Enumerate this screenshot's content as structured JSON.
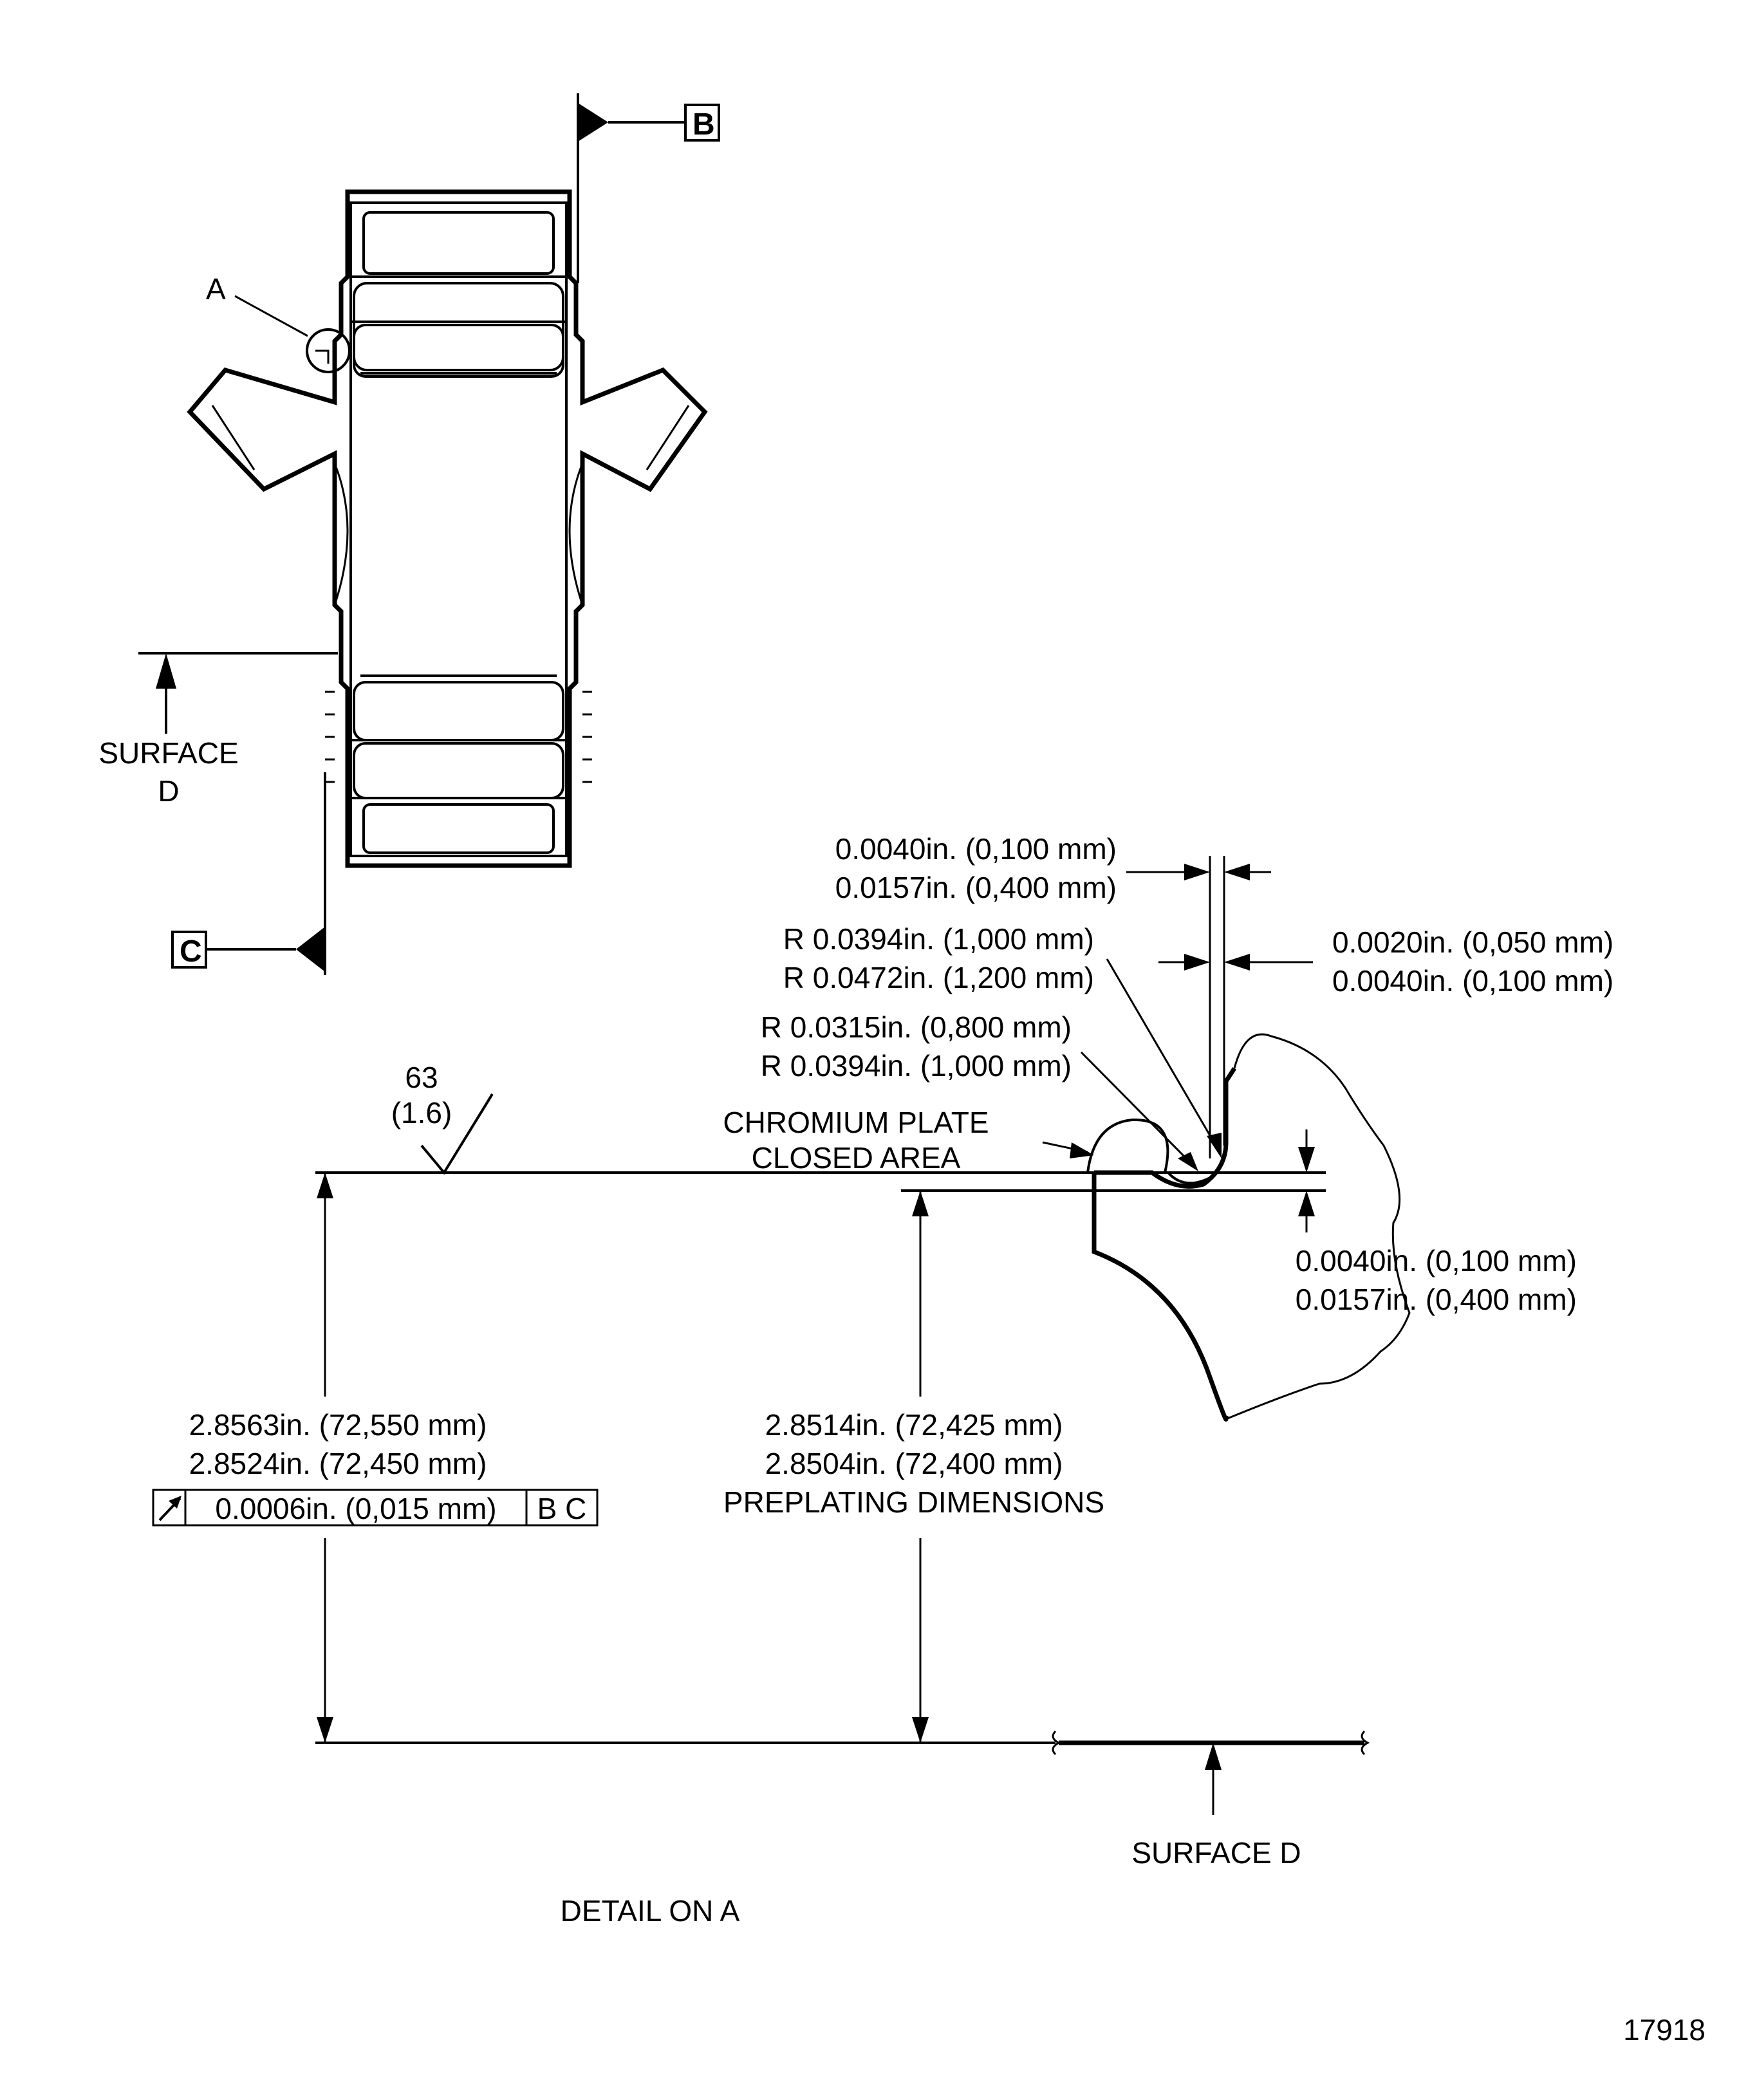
{
  "labels": {
    "datum_b": "B",
    "datum_c": "C",
    "detail_ref": "A",
    "surface_d_top_line1": "SURFACE",
    "surface_d_top_line2": "D",
    "surface_d_bottom": "SURFACE D",
    "detail_title": "DETAIL ON A",
    "figure_number": "17918"
  },
  "dimensions": {
    "groove_width_max": "0.0040in. (0,100 mm)",
    "groove_width_min": "0.0157in. (0,400 mm)",
    "radius_outer_min": "R 0.0394in. (1,000 mm)",
    "radius_outer_max": "R 0.0472in. (1,200 mm)",
    "wall_min": "0.0020in. (0,050 mm)",
    "wall_max": "0.0040in. (0,100 mm)",
    "radius_inner_min": "R 0.0315in. (0,800 mm)",
    "radius_inner_max": "R 0.0394in. (1,000 mm)",
    "finish_value": "63",
    "finish_value_metric": "(1.6)",
    "plate_note_line1": "CHROMIUM PLATE",
    "plate_note_line2": "CLOSED AREA",
    "step_height_min": "0.0040in. (0,100 mm)",
    "step_height_max": "0.0157in. (0,400 mm)",
    "overall_max": "2.8563in. (72,550 mm)",
    "overall_min": "2.8524in. (72,450 mm)",
    "preplate_max": "2.8514in. (72,425 mm)",
    "preplate_min": "2.8504in. (72,400 mm)",
    "preplate_note": "PREPLATING DIMENSIONS"
  },
  "tolerance_frame": {
    "tolerance": "0.0006in. (0,015 mm)",
    "datums": "B C"
  }
}
